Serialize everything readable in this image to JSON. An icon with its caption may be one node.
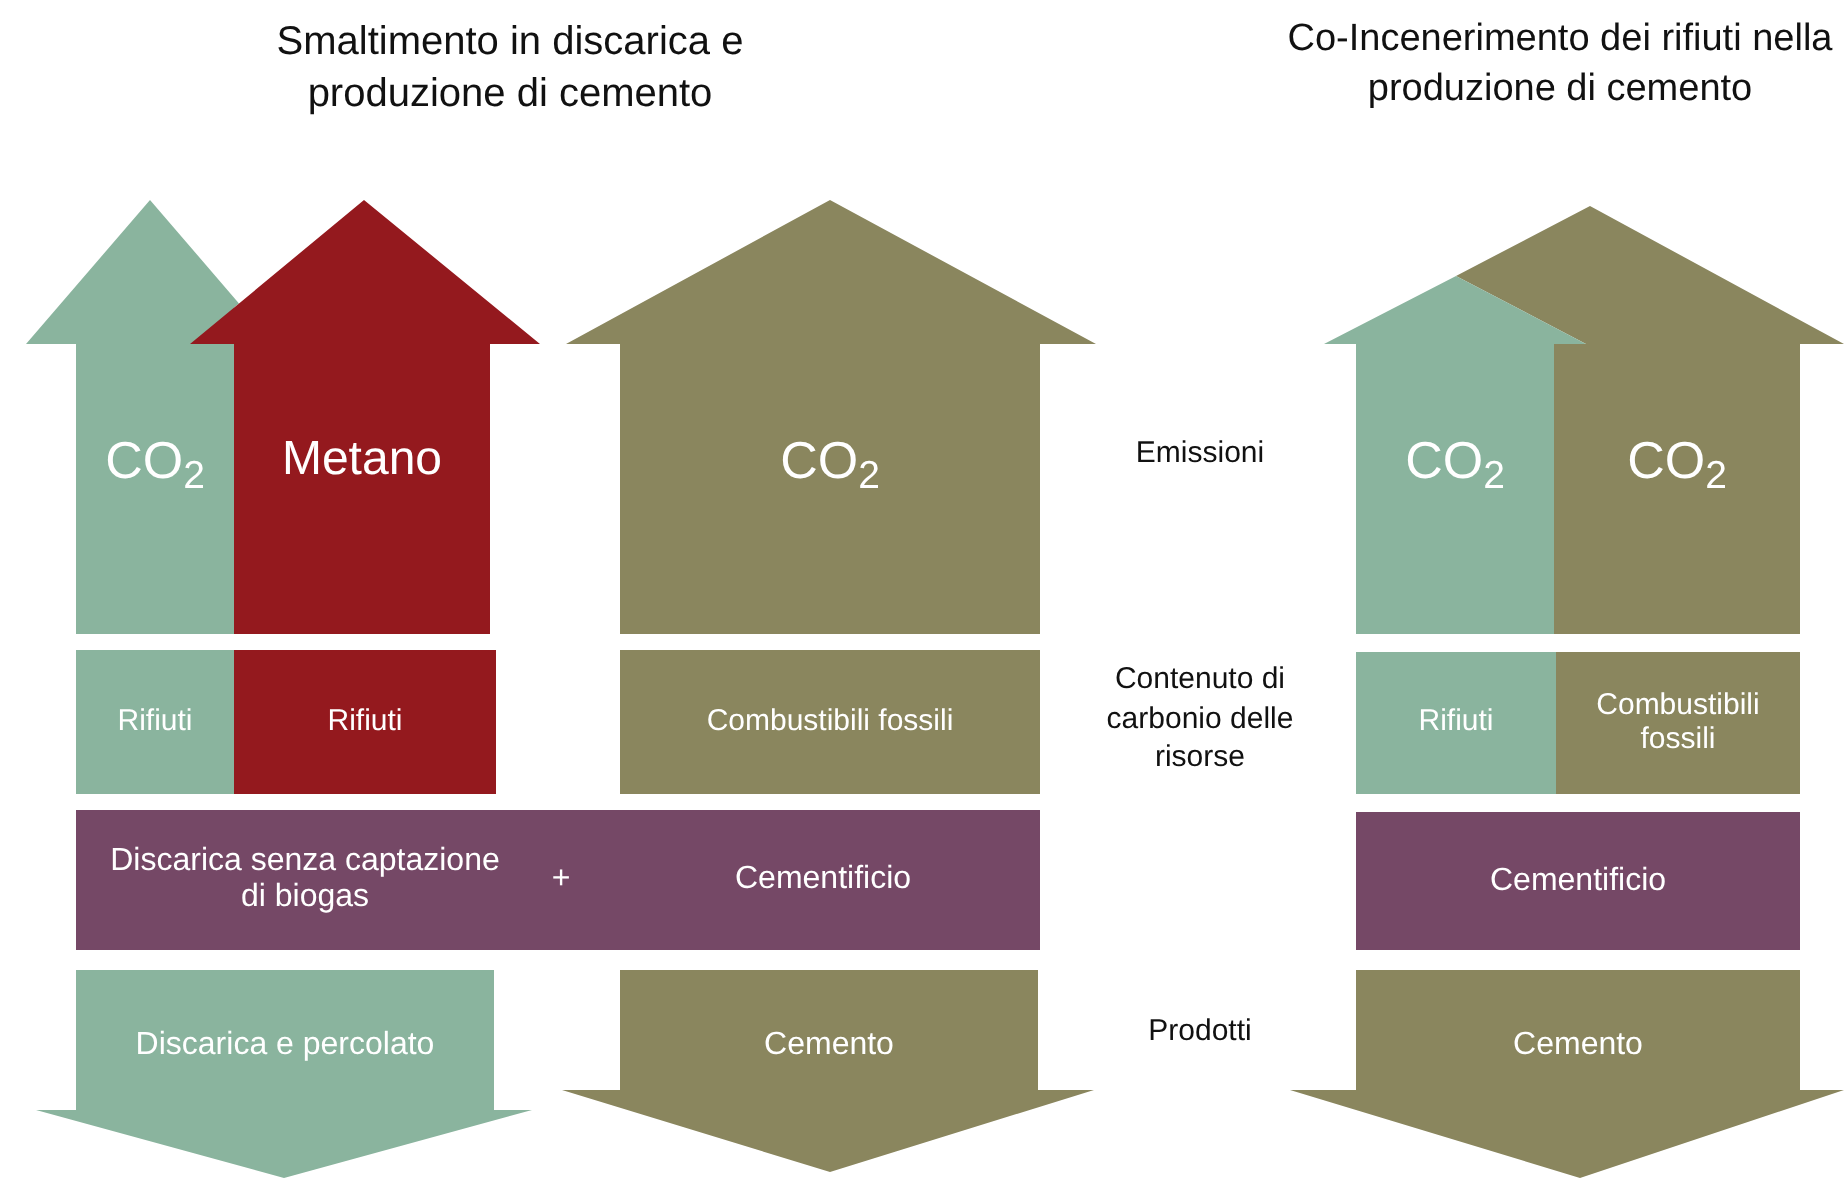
{
  "diagram": {
    "nodes": [
      {
        "text": [
          "CO$_{2}$"
        ]
      },
      {
        "text": [
          "Metano"
        ]
      },
      {
        "text": [
          "CO$_{2}$"
        ]
      },
      {
        "text": [
          "CO$_{2}$"
        ]
      },
      {
        "text": [
          "CO$_{2}$"
        ]
      },
      {
        "text": [
          "Rifiuti"
        ]
      },
      {
        "text": [
          "Rifiuti"
        ]
      },
      {
        "text": [
          "Combustibili fossili"
        ]
      },
      {
        "text": [
          "Rifiuti"
        ]
      },
      {
        "text": [
          "Combustibili fossili"
        ]
      },
      {
        "text": [
          "Discarica senza captazione di biogas",
          "+",
          "Cementificio"
        ]
      },
      {
        "text": [
          "Cementificio"
        ]
      },
      {
        "text": [
          "Discarica e percolato"
        ]
      },
      {
        "text": [
          "Cemento"
        ]
      },
      {
        "text": [
          "Cemento"
        ]
      }
    ],
    "labels": [
      "Smaltimento in discarica e produzione di cemento",
      "Co-Incenerimento dei rifiuti nella produzione di cemento",
      "Emissioni",
      "Contenuto di carbonio delle risorse",
      "Prodotti"
    ]
  }
}
